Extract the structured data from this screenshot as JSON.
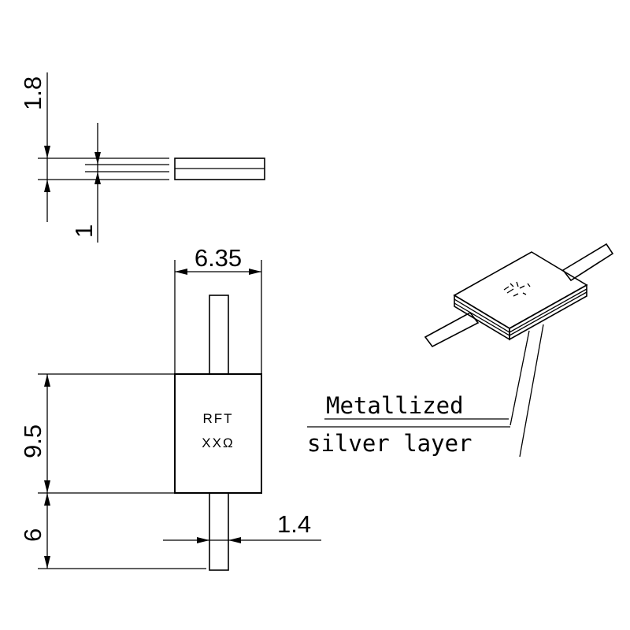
{
  "dimensions": {
    "thickness_total": "1.8",
    "thickness_substrate": "1",
    "width": "6.35",
    "body_length": "9.5",
    "lead_length": "6",
    "lead_width": "1.4"
  },
  "marking": {
    "line1": "RFT",
    "line2": "XXΩ"
  },
  "callout": {
    "line1": "Metallized",
    "line2": "silver layer"
  },
  "colors": {
    "line": "#000000",
    "background": "#ffffff"
  }
}
